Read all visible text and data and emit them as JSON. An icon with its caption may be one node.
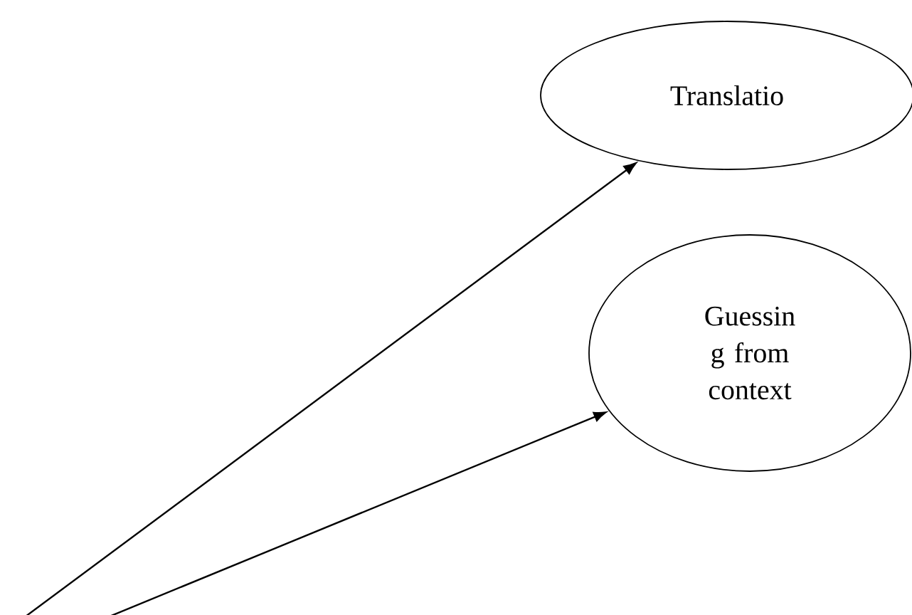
{
  "diagram": {
    "nodes": [
      {
        "text": [
          "Translatio"
        ]
      },
      {
        "text": [
          "Guessin g from context"
        ]
      }
    ],
    "edges": [
      {
        "from": null,
        "to": 0,
        "arrow": "to"
      },
      {
        "from": null,
        "to": 1,
        "arrow": "to"
      }
    ]
  }
}
